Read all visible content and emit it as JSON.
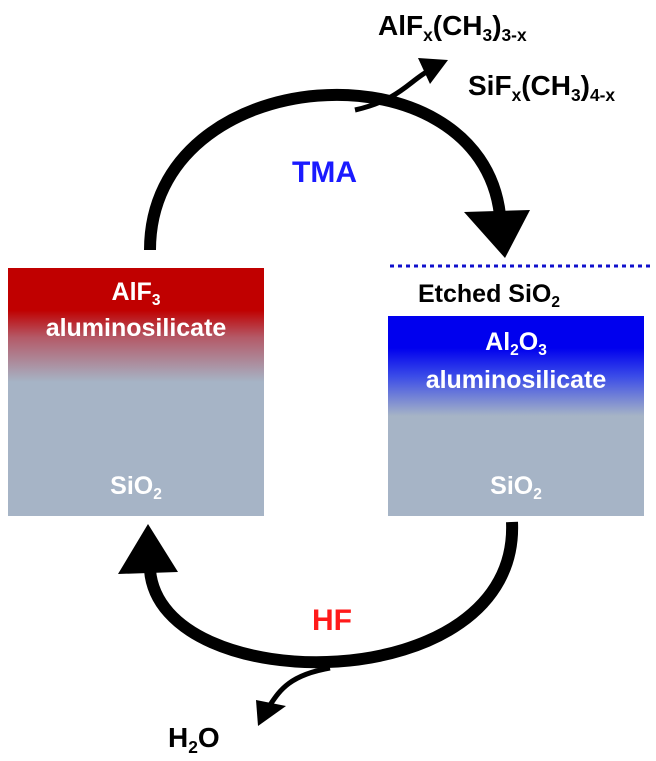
{
  "reagents": {
    "tma": {
      "text": "TMA",
      "color": "#1a1aff"
    },
    "hf": {
      "text": "HF",
      "color": "#ff1a1a"
    }
  },
  "products": {
    "alf": {
      "base": "AlF",
      "s1": "x",
      "mid": "(CH",
      "s2": "3",
      "end": ")",
      "s3": "3-x"
    },
    "sif": {
      "base": "SiF",
      "s1": "x",
      "mid": "(CH",
      "s2": "3",
      "end": ")",
      "s3": "4-x"
    },
    "water": {
      "base": "H",
      "s1": "2",
      "end": "O"
    }
  },
  "left_block": {
    "top_base": "AlF",
    "top_sub": "3",
    "middle": "aluminosilicate",
    "bottom_base": "SiO",
    "bottom_sub": "2"
  },
  "right_block": {
    "etched_base": "Etched SiO",
    "etched_sub": "2",
    "top_base": "Al",
    "top_sub1": "2",
    "top_mid": "O",
    "top_sub2": "3",
    "middle": "aluminosilicate",
    "bottom_base": "SiO",
    "bottom_sub": "2"
  },
  "colors": {
    "alf3_red": "#c00000",
    "al2o3_blue": "#0000ee",
    "sio2_gray": "#a6b4c6",
    "surface_line": "#1010cc",
    "arrow": "#000000"
  }
}
